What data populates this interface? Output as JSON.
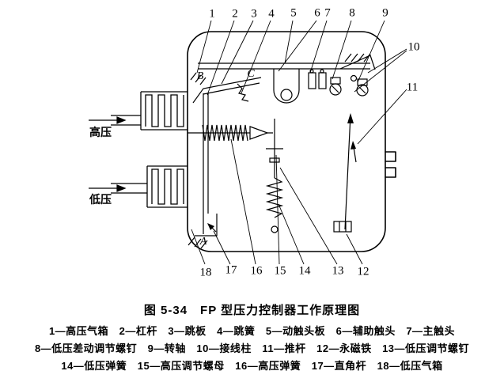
{
  "figure": {
    "caption": "图 5-34　FP 型压力控制器工作原理图",
    "legend_lines": [
      "1—高压气箱　2—杠杆　3—跳板　4—跳簧　5—动触头板　6—辅助触头　7—主触头",
      "8—低压差动调节螺钉　9—转轴　10—接线柱　11—推杆　12—永磁铁　13—低压调节螺钉",
      "14—低压弹簧　15—高压调节螺母　16—高压弹簧　17—直角杆　18—低压气箱"
    ]
  },
  "diagram": {
    "inlets": {
      "high_pressure": "高压",
      "low_pressure": "低压"
    },
    "points": {
      "a": "A",
      "b": "B",
      "c": "C"
    },
    "callouts": [
      "1",
      "2",
      "3",
      "4",
      "5",
      "6",
      "7",
      "8",
      "9",
      "10",
      "11",
      "12",
      "13",
      "14",
      "15",
      "16",
      "17",
      "18"
    ],
    "line_color": "#000000",
    "background_color": "#ffffff"
  }
}
